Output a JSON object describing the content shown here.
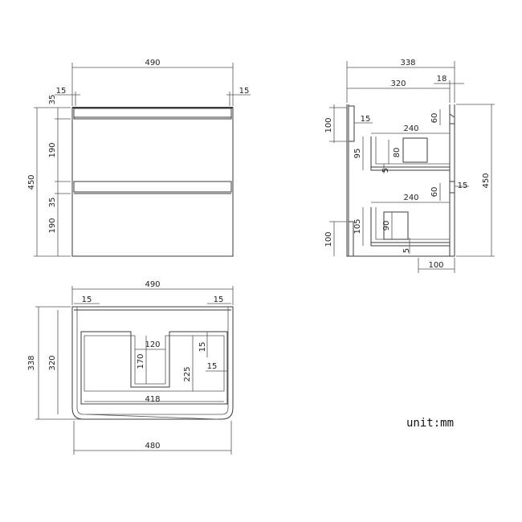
{
  "unit_label": "unit:mm",
  "front_view": {
    "width": "490",
    "left_inset": "15",
    "right_inset": "15",
    "overall_height": "450",
    "top_rail": "35",
    "upper_drawer": "190",
    "middle_rail": "35",
    "lower_drawer": "190"
  },
  "side_view": {
    "depth": "338",
    "body_depth": "320",
    "back_offset": "18",
    "overall_height": "450",
    "top_block": "100",
    "top_block_width": "15",
    "upper_rail": "60",
    "upper_drawer_depth": "240",
    "upper_drawer_height": "95",
    "upper_inner_height": "80",
    "upper_gap": "5",
    "side_offset": "15",
    "lower_rail": "60",
    "lower_drawer_depth": "240",
    "lower_drawer_height": "105",
    "lower_inner_height": "90",
    "lower_gap": "5",
    "bottom_block": "100",
    "bottom_width": "100"
  },
  "top_view": {
    "width": "490",
    "left_inset": "15",
    "right_inset": "15",
    "overall_depth": "338",
    "inner_depth": "320",
    "notch_width": "120",
    "notch_depth": "170",
    "wall_thickness_a": "15",
    "wall_thickness_b": "15",
    "drawer_depth": "225",
    "inner_width": "418",
    "base_width": "480"
  }
}
